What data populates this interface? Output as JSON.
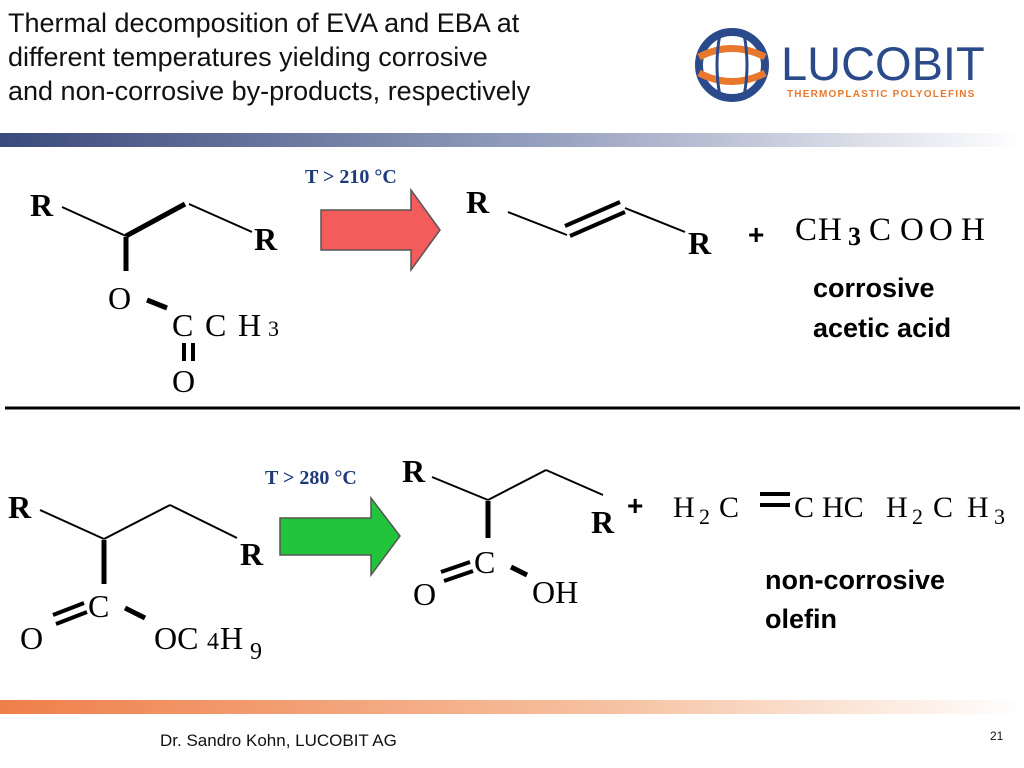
{
  "slide": {
    "title_lines": [
      "Thermal decomposition of EVA and EBA at",
      "different temperatures yielding corrosive",
      "and non-corrosive by-products, respectively"
    ],
    "footer": "Dr. Sandro Kohn, LUCOBIT AG",
    "page_number": "21"
  },
  "logo": {
    "name": "LUCOBIT",
    "tagline": "THERMOPLASTIC POLYOLEFINS"
  },
  "colors": {
    "top_bar_start": "#3a4a7c",
    "bottom_bar_start": "#ef7f4a",
    "logo_blue": "#2b4a8b",
    "logo_orange": "#e8782e",
    "arrow_red": "#f45b5b",
    "arrow_green": "#22c43b",
    "condition_text": "#1f3a7a"
  },
  "reaction1": {
    "condition": "T > 210 °C",
    "reactant": {
      "r_left": "R",
      "r_right": "R",
      "o_ester": "O",
      "c1": "C",
      "c2": "C",
      "h": "H",
      "sub3": "3",
      "o_carbonyl": "O"
    },
    "product": {
      "r_left": "R",
      "r_right": "R"
    },
    "plus": "+",
    "byproduct": [
      "C",
      "H",
      "3",
      "C",
      "O",
      "O",
      "H"
    ],
    "note_lines": [
      "corrosive",
      "acetic acid"
    ]
  },
  "reaction2": {
    "condition": "T > 280 °C",
    "reactant": {
      "r_left": "R",
      "r_right": "R",
      "c": "C",
      "o_carbonyl": "O",
      "o_ester": "OC",
      "sub4": "4",
      "h": "H",
      "sub9": "9"
    },
    "product": {
      "r_top": "R",
      "r_right": "R",
      "c": "C",
      "o": "O",
      "oh": "OH"
    },
    "plus": "+",
    "byproduct": {
      "h1": "H",
      "sub2a": "2",
      "c1": "C",
      "c2": "C",
      "hc": "HC",
      "h2": "H",
      "sub2b": "2",
      "c3": "C",
      "h3": "H",
      "sub3": "3"
    },
    "note_lines": [
      "non-corrosive",
      "olefin"
    ]
  }
}
